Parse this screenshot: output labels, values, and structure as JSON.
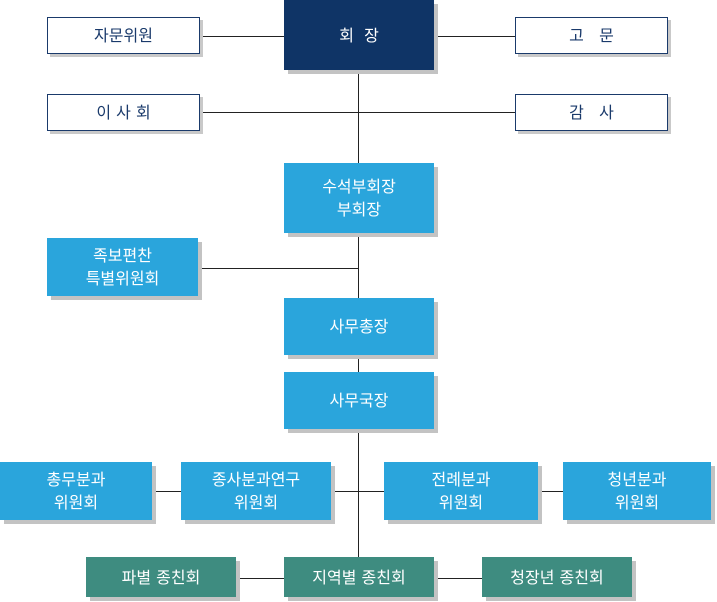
{
  "chart": {
    "chairman": "회  장",
    "advisory_committee": "자문위원",
    "advisor": "고   문",
    "board": "이 사 회",
    "auditor": "감   사",
    "vice_chairs": {
      "line1": "수석부회장",
      "line2": "부회장"
    },
    "genealogy_committee": {
      "line1": "족보편찬",
      "line2": "특별위원회"
    },
    "secretary_general": "사무총장",
    "secretariat_director": "사무국장",
    "general_affairs": {
      "line1": "총무분과",
      "line2": "위원회"
    },
    "history_research": {
      "line1": "종사분과연구",
      "line2": "위원회"
    },
    "ceremony": {
      "line1": "전례분과",
      "line2": "위원회"
    },
    "youth": {
      "line1": "청년분과",
      "line2": "위원회"
    },
    "branch_clan": "파별 종친회",
    "regional_clan": "지역별 종친회",
    "youth_clan": "청장년 종친회"
  },
  "colors": {
    "chair_box": "#0f3466",
    "committee_box": "#2aa5dc",
    "clan_box": "#3e8c80",
    "outline_text": "#1a3a6b",
    "connector": "#222222"
  }
}
